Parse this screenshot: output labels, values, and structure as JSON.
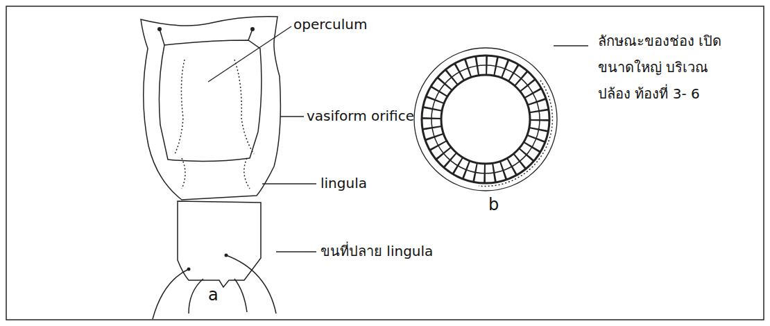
{
  "diagram": {
    "labels": [
      "operculum",
      "vasiform orifice",
      "lingula",
      "ขนที่ปลาย lingula",
      "a",
      "ลักษณะของช่อง เปิดขนาดใหญ่ บริเวณ ปล้อง ท้องที่ 3- 6",
      "b"
    ]
  }
}
